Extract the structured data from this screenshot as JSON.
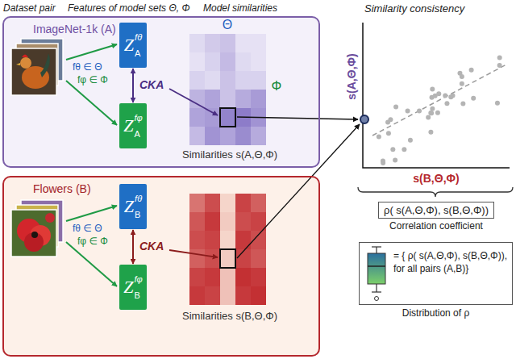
{
  "diagram": {
    "nodes": [
      {
        "text": [
          "ImageNet-1k (A)"
        ]
      },
      {
        "text": [
          "Z",
          "A",
          "fθ"
        ],
        "in": 0
      },
      {
        "text": [
          "Z",
          "A",
          "fφ"
        ],
        "in": 0
      },
      {
        "text": [
          "Θ",
          "Φ",
          "Similarities s(A,Θ,Φ)"
        ],
        "in": 0
      },
      {
        "text": [
          "Flowers (B)"
        ]
      },
      {
        "text": [
          "Z",
          "B",
          "fθ"
        ],
        "in": 4
      },
      {
        "text": [
          "Z",
          "B",
          "fφ"
        ],
        "in": 4
      },
      {
        "text": [
          "Similarities s(B,Θ,Φ)"
        ],
        "in": 4
      },
      {
        "text": [
          "ρ( s(A,Θ,Φ), s(B,Θ,Φ))",
          "Correlation coefficient"
        ]
      },
      {
        "text": [
          "= { ρ( s(A,Θ,Φ), s(B,Θ,Φ)), for all pairs (A,B)}",
          "Distribution of ρ"
        ]
      }
    ],
    "edges": [
      {
        "from": 1,
        "to": 2,
        "label": "CKA",
        "arrow": "both"
      },
      {
        "from": 5,
        "to": 6,
        "label": "CKA",
        "arrow": "both"
      }
    ],
    "labels": [
      "Dataset pair",
      "Features of model sets Θ, Φ",
      "Model similarities",
      "Similarity consistency",
      "fθ ∈ Θ",
      "fφ ∈ Φ",
      "fθ ∈ Θ",
      "fφ ∈ Φ",
      "s(A,Θ,Φ)",
      "s(B,Θ,Φ)"
    ]
  }
}
